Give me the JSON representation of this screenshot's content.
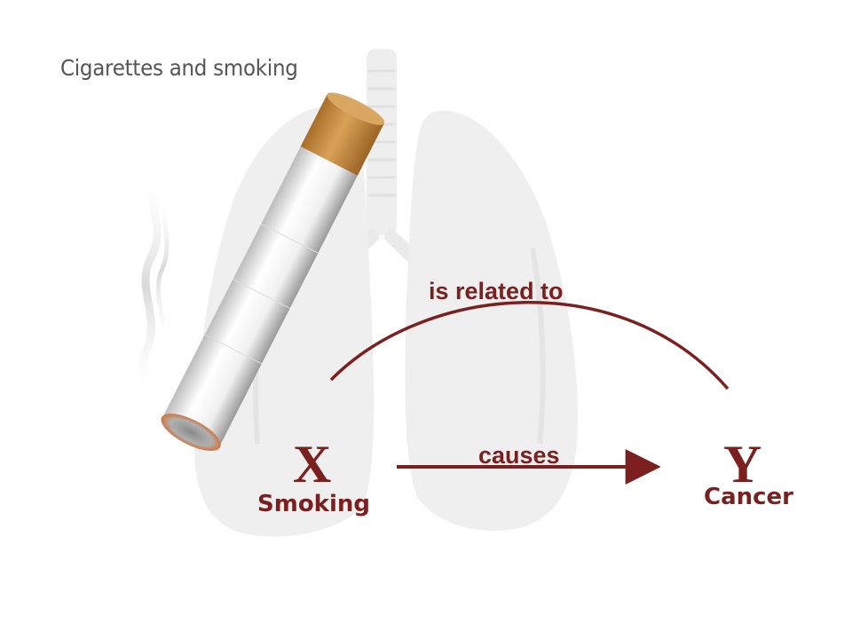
{
  "heading": "Cigarettes and smoking",
  "relation": {
    "related_label": "is related to",
    "causes_label": "causes"
  },
  "variables": {
    "x": {
      "letter": "X",
      "name": "Smoking"
    },
    "y": {
      "letter": "Y",
      "name": "Cancer"
    }
  },
  "colors": {
    "accent": "#7b1f1f",
    "heading_text": "#555555",
    "lung_fill": "#efefef",
    "filter_tan": "#c8903e",
    "ember": "#d06a3a"
  }
}
